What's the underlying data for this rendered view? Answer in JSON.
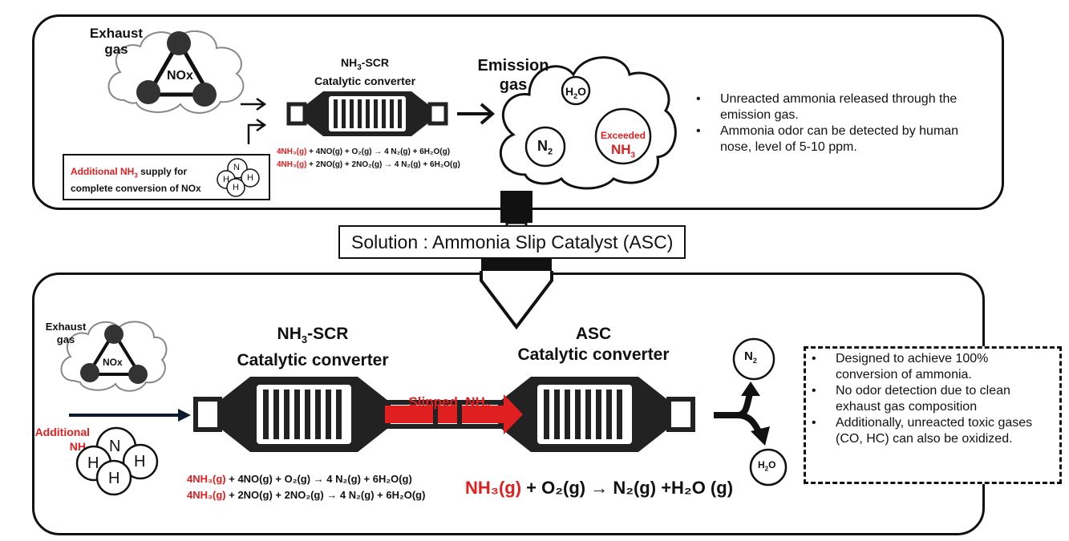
{
  "top": {
    "exhaust_label_1": "Exhaust",
    "exhaust_label_2": "gas",
    "nox": "NOx",
    "scr_title_1_main": "NH",
    "scr_title_1_sub": "3",
    "scr_title_1_tail": "-SCR",
    "scr_title_2": "Catalytic converter",
    "emission_label_1": "Emission",
    "emission_label_2": "gas",
    "h2o_main": "H",
    "h2o_sub": "2",
    "h2o_tail": "O",
    "n2_main": "N",
    "n2_sub": "2",
    "exceeded": "Exceeded",
    "nh3_main": "NH",
    "nh3_sub": "3",
    "supply_red_main": "Additional NH",
    "supply_red_sub": "3",
    "supply_tail": " supply for",
    "supply_line2": "complete conversion of NOx",
    "atom_n": "N",
    "atom_h": "H",
    "eq1_red": "4NH₃(g)",
    "eq1_rest": " + 4NO(g) + O₂(g) → 4 N₂(g) + 6H₂O(g)",
    "eq2_red": "4NH₃(g)",
    "eq2_rest": " + 2NO(g) + 2NO₂(g) → 4 N₂(g) + 6H₂O(g)",
    "bullets": [
      "Unreacted ammonia released through the emission gas.",
      "Ammonia odor can be detected by human nose, level of 5-10 ppm."
    ]
  },
  "solution": "Solution : Ammonia Slip Catalyst (ASC)",
  "bottom": {
    "exhaust_label_1": "Exhaust",
    "exhaust_label_2": "gas",
    "nox": "NOx",
    "additional_1": "Additional",
    "additional_2_main": "NH",
    "additional_2_sub": "3",
    "atom_n": "N",
    "atom_h": "H",
    "scr_title_1_main": "NH",
    "scr_title_1_sub": "3",
    "scr_title_1_tail": "-SCR",
    "scr_title_2": "Catalytic converter",
    "asc_title_1": "ASC",
    "asc_title_2": "Catalytic converter",
    "slipped_main": "Slipped  NH",
    "slipped_sub": "3",
    "eq1_red": "4NH₃(g)",
    "eq1_rest": " + 4NO(g) + O₂(g) → 4 N₂(g) + 6H₂O(g)",
    "eq2_red": "4NH₃(g)",
    "eq2_rest": " + 2NO(g) + 2NO₂(g) → 4 N₂(g) + 6H₂O(g)",
    "asc_eq_red": "NH₃(g)",
    "asc_eq_rest": " + O₂(g) → N₂(g) +H₂O (g)",
    "n2_main": "N",
    "n2_sub": "2",
    "h2o_main": "H",
    "h2o_sub": "2",
    "h2o_tail": "O",
    "bullets": [
      "Designed to achieve 100% conversion of ammonia.",
      "No odor detection due to clean exhaust gas composition",
      "Additionally, unreacted toxic gases (CO, HC) can also be oxidized."
    ]
  },
  "colors": {
    "accent_red": "#e02020",
    "navy_arrow": "#0f1b2e",
    "outline": "#111111"
  }
}
